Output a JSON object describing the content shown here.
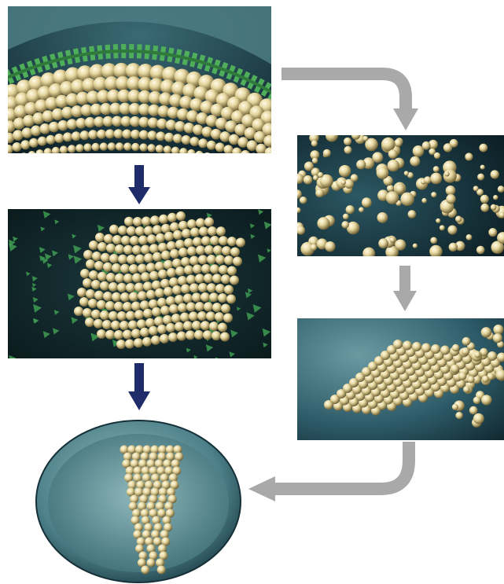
{
  "figure": {
    "panels": [
      {
        "id": "capsid-shell-intact"
      },
      {
        "id": "capsid-disassembled-subunits"
      },
      {
        "id": "lattice-curling"
      },
      {
        "id": "cone-forming"
      },
      {
        "id": "mature-conical-core-in-virion"
      }
    ],
    "colors": {
      "background": "#ffffff",
      "sphere": "#e6d69e",
      "sphere_highlight": "#fbf4d8",
      "sphere_shadow": "#7a6a3c",
      "membrane_green": "#4fae5a",
      "teal_dark": "#12303a",
      "teal_mid": "#2c5966",
      "teal_light": "#5d8f98",
      "arrow_navy": "#1f2c6a",
      "arrow_grey": "#a9a9a9"
    }
  }
}
